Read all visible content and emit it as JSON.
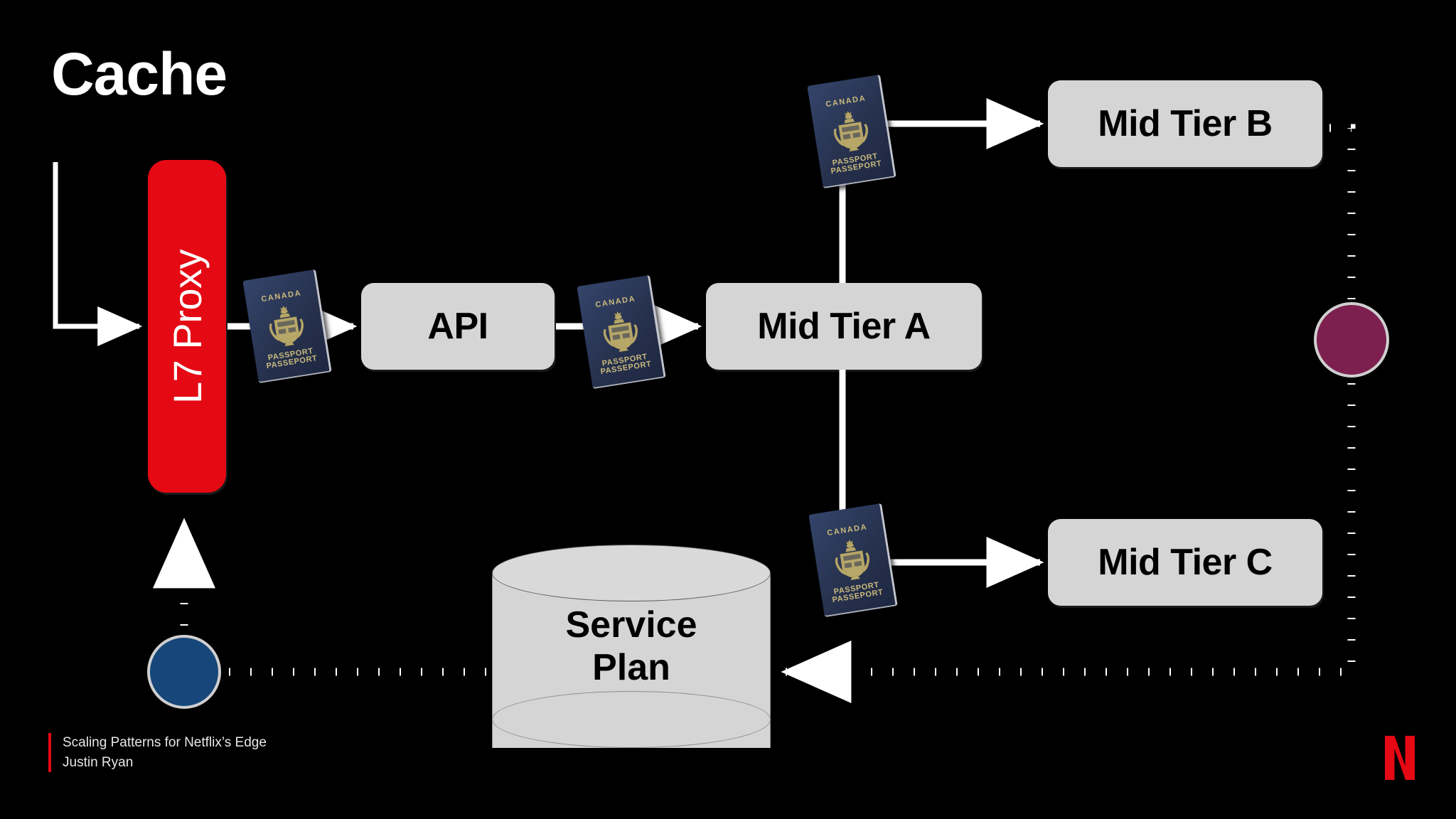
{
  "slide": {
    "title": "Cache",
    "background_color": "#000000",
    "accent_color": "#e50914"
  },
  "nodes": {
    "l7_proxy": {
      "label": "L7 Proxy",
      "color": "#e50914",
      "text_color": "#ffffff",
      "shape": "rounded-rect-vertical"
    },
    "api": {
      "label": "API",
      "color": "#d5d5d6",
      "text_color": "#000000",
      "shape": "rounded-rect"
    },
    "mid_tier_a": {
      "label": "Mid Tier A",
      "color": "#d5d5d6",
      "text_color": "#000000",
      "shape": "rounded-rect"
    },
    "mid_tier_b": {
      "label": "Mid Tier B",
      "color": "#d5d5d6",
      "text_color": "#000000",
      "shape": "rounded-rect"
    },
    "mid_tier_c": {
      "label": "Mid Tier C",
      "color": "#d5d5d6",
      "text_color": "#000000",
      "shape": "rounded-rect"
    },
    "service_plan": {
      "label_line1": "Service",
      "label_line2": "Plan",
      "color": "#d5d5d6",
      "text_color": "#000000",
      "shape": "cylinder"
    },
    "circle_blue": {
      "label": "",
      "color": "#16467a",
      "border_color": "#cfcfcf",
      "shape": "circle"
    },
    "circle_maroon": {
      "label": "",
      "color": "#7d2050",
      "border_color": "#cfcfcf",
      "shape": "circle"
    }
  },
  "passports": [
    {
      "country": "CANADA",
      "word1": "PASSPORT",
      "word2": "PASSEPORT",
      "cover_color": "#27324f",
      "foil_color": "#c9b97c"
    },
    {
      "country": "CANADA",
      "word1": "PASSPORT",
      "word2": "PASSEPORT",
      "cover_color": "#27324f",
      "foil_color": "#c9b97c"
    },
    {
      "country": "CANADA",
      "word1": "PASSPORT",
      "word2": "PASSEPORT",
      "cover_color": "#27324f",
      "foil_color": "#c9b97c"
    },
    {
      "country": "CANADA",
      "word1": "PASSPORT",
      "word2": "PASSEPORT",
      "cover_color": "#27324f",
      "foil_color": "#c9b97c"
    }
  ],
  "edges": [
    {
      "from": "ingress",
      "to": "l7_proxy",
      "style": "solid",
      "color": "#ffffff"
    },
    {
      "from": "l7_proxy",
      "to": "api",
      "style": "solid",
      "color": "#ffffff"
    },
    {
      "from": "api",
      "to": "mid_tier_a",
      "style": "solid",
      "color": "#ffffff"
    },
    {
      "from": "mid_tier_a",
      "to": "mid_tier_b",
      "style": "solid",
      "color": "#ffffff"
    },
    {
      "from": "mid_tier_a",
      "to": "mid_tier_c",
      "style": "solid",
      "color": "#ffffff"
    },
    {
      "from": "circle_blue",
      "to": "l7_proxy",
      "style": "dotted",
      "color": "#ffffff"
    },
    {
      "from": "circle_blue",
      "to": "service_plan",
      "style": "dotted",
      "color": "#ffffff"
    },
    {
      "from": "mid_tier_b",
      "to": "service_plan",
      "style": "dotted",
      "color": "#ffffff"
    }
  ],
  "footer": {
    "line1": "Scaling Patterns for Netflix’s Edge",
    "line2": "Justin Ryan",
    "rule_color": "#e50914"
  },
  "logo": {
    "name": "netflix-n-logo",
    "color": "#e50914"
  }
}
